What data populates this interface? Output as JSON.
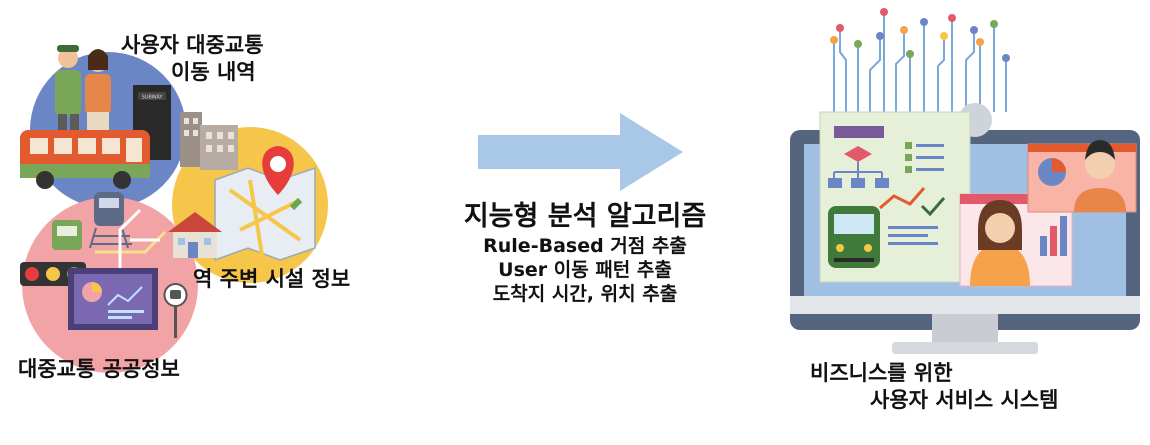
{
  "left": {
    "label_history": [
      "사용자 대중교통",
      "이동 내역"
    ],
    "label_facility": "역 주변 시설 정보",
    "label_public": "대중교통 공공정보",
    "subway_sign": "SUBWAY"
  },
  "center": {
    "title": "지능형 분석 알고리즘",
    "lines": [
      "Rule-Based 거점 추출",
      "User 이동 패턴 추출",
      "도착지 시간, 위치 추출"
    ],
    "arrow_color": "#a9c8e8"
  },
  "right": {
    "label": [
      "비즈니스를 위한",
      "사용자 서비스 시스템"
    ]
  }
}
